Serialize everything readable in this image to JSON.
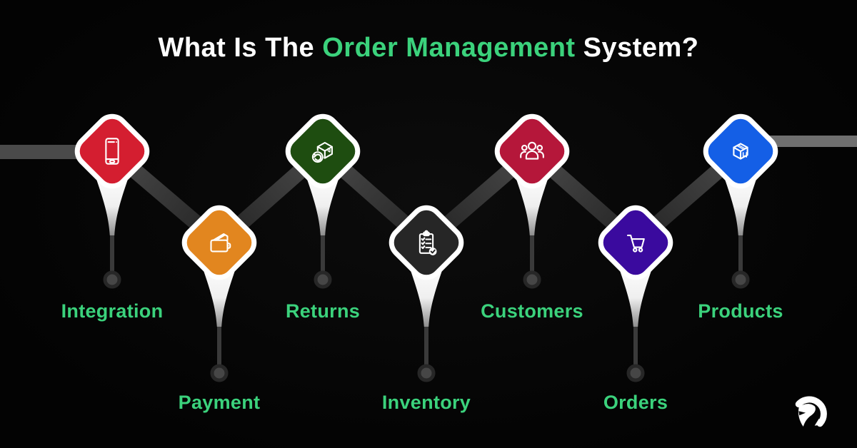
{
  "title": {
    "prefix": "What Is The ",
    "highlight": "Order Management",
    "suffix": " System?"
  },
  "accent_color": "#3bd27c",
  "background_color": "#050505",
  "connector_color": "#3e3e3e",
  "items": [
    {
      "label": "Integration",
      "icon": "smartphone-icon",
      "color": "#d41e30",
      "row": "top"
    },
    {
      "label": "Payment",
      "icon": "wallet-icon",
      "color": "#e2861f",
      "row": "bottom"
    },
    {
      "label": "Returns",
      "icon": "return-box-icon",
      "color": "#1e4d10",
      "row": "top"
    },
    {
      "label": "Inventory",
      "icon": "checklist-clipboard-icon",
      "color": "#262626",
      "row": "bottom"
    },
    {
      "label": "Customers",
      "icon": "customers-group-icon",
      "color": "#b5173a",
      "row": "top"
    },
    {
      "label": "Orders",
      "icon": "shopping-cart-icon",
      "color": "#3a0a9e",
      "row": "bottom"
    },
    {
      "label": "Products",
      "icon": "product-box-icon",
      "color": "#145fe6",
      "row": "top"
    }
  ],
  "logo": {
    "name": "spartan-helmet-logo"
  }
}
